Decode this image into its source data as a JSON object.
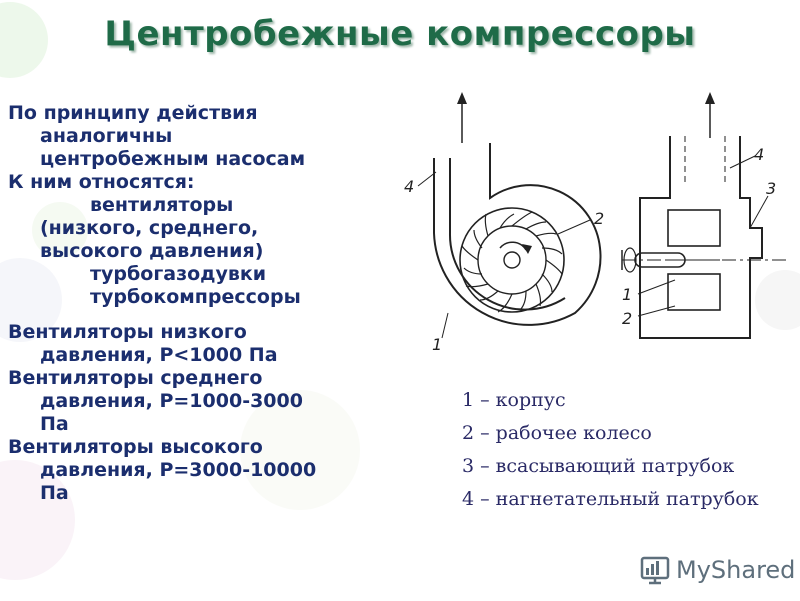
{
  "title": "Центробежные компрессоры",
  "body": {
    "lines": [
      "По принципу действия",
      "аналогичны",
      "центробежным насосам",
      "К ним относятся:",
      "вентиляторы",
      "(низкого, среднего,",
      "высокого давления)",
      "турбогазодувки",
      "турбокомпрессоры",
      "Вентиляторы низкого",
      "давления,  Р<1000 Па",
      "Вентиляторы среднего",
      "давления,  Р=1000-3000",
      "Па",
      "Вентиляторы высокого",
      "давления,  Р=3000-10000",
      "Па"
    ]
  },
  "figure": {
    "labels": [
      "4",
      "2",
      "1",
      "4",
      "3",
      "1",
      "2"
    ]
  },
  "legend": [
    "1 – корпус",
    "2 – рабочее колесо",
    "3 – всасывающий патрубок",
    "4 – нагнетательный патрубок"
  ],
  "brand": {
    "name": "MyShared"
  },
  "colors": {
    "title": "#1f6b48",
    "text": "#1b2e6e",
    "legend": "#2a2a66"
  }
}
